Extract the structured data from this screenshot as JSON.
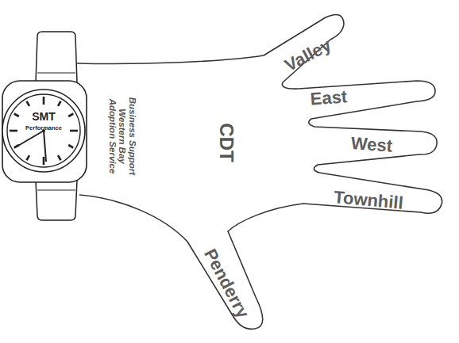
{
  "diagram": {
    "nodes": [
      {
        "text": [
          "SMT",
          "Performance"
        ]
      },
      {
        "text": [
          "Business Support Western Bay Adoption Service",
          "CDT",
          "Valley",
          "East",
          "West",
          "Townhill",
          "Penderry"
        ]
      }
    ]
  }
}
